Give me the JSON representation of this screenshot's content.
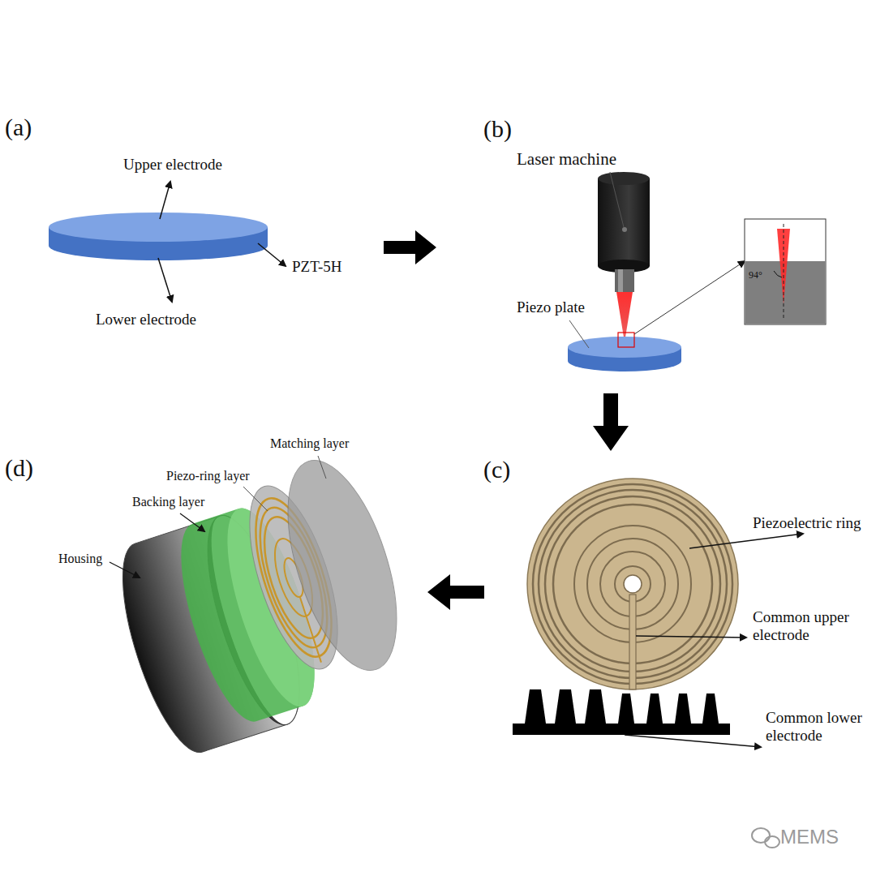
{
  "diagram": {
    "labels": [
      "(a)",
      "Upper electrode",
      "PZT-5H",
      "Lower electrode",
      "(b)",
      "Laser machine",
      "Piezo plate",
      "94°",
      "(c)",
      "Piezoelectric ring",
      "Common upper electrode",
      "Common lower electrode",
      "(d)",
      "Matching layer",
      "Piezo-ring layer",
      "Backing layer",
      "Housing",
      "MEMS"
    ]
  }
}
